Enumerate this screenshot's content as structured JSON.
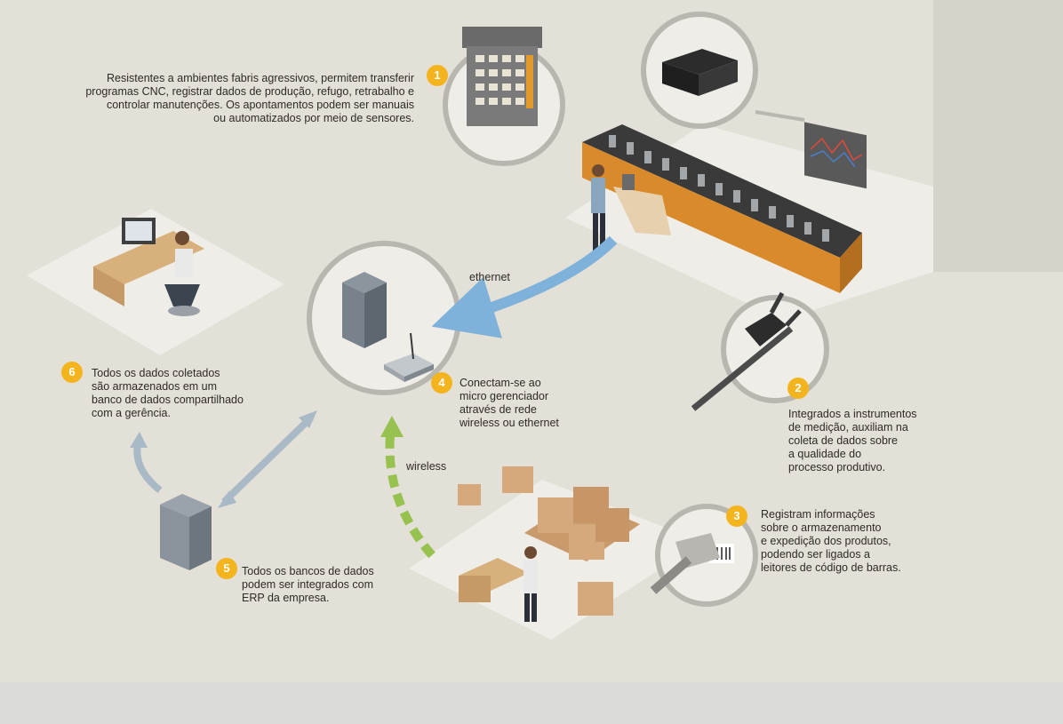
{
  "badges": [
    "1",
    "2",
    "3",
    "4",
    "5",
    "6"
  ],
  "notes": {
    "n1": "Resistentes a ambientes fabris agressivos, permitem transferir\nprogramas CNC, registrar dados  de produção, refugo,  retrabalho e\ncontrolar manutenções. Os apontamentos podem ser  manuais\nou automatizados por meio de sensores.",
    "n2": "Integrados a instrumentos\nde medição, auxiliam na\ncoleta de dados sobre\na qualidade do\nprocesso produtivo.",
    "n3": "Registram informações\nsobre o armazenamento\ne expedição dos produtos,\npodendo ser ligados a\nleitores de código de barras.",
    "n4": "Conectam-se ao\nmicro gerenciador\natravés de rede\nwireless ou ethernet",
    "n5": "Todos os bancos de dados\npodem ser integrados com\nERP da empresa.",
    "n6": "Todos os dados coletados\nsão armazenados em um\nbanco de dados compartilhado\ncom a gerência."
  },
  "links": {
    "ethernet": "ethernet",
    "wireless": "wireless"
  },
  "colors": {
    "background": "#e3e0d7",
    "footer": "#dbdbd9",
    "badge": "#f4b41d",
    "ethernet_arrow": "#7fb2da",
    "wireless_arrow": "#97c250",
    "circle_stroke": "#b9b6b0",
    "conveyor": "#d98b2b",
    "box": "#d6a97c"
  }
}
